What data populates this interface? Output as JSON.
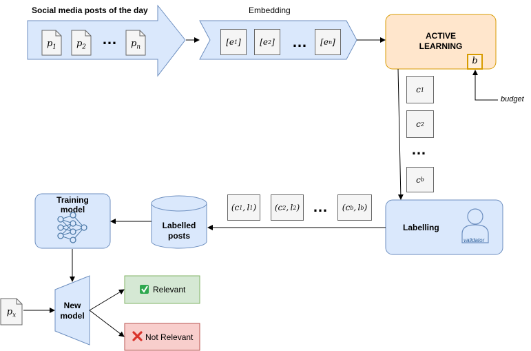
{
  "labels": {
    "social_media_title": "Social media posts of the day",
    "embedding_title": "Embedding",
    "active_learning_line1": "ACTIVE",
    "active_learning_line2": "LEARNING",
    "budget_var": "b",
    "budget_label": "budget",
    "labelling": "Labelling",
    "validator": "validator",
    "training_line1": "Training",
    "training_line2": "model",
    "labelled_line1": "Labelled",
    "labelled_line2": "posts",
    "new_model_line1": "New",
    "new_model_line2": "model",
    "relevant": "Relevant",
    "not_relevant": "Not Relevant",
    "input_post": "p",
    "input_post_sub": "x",
    "ellipsis": "…"
  },
  "posts": [
    {
      "base": "p",
      "sub": "1"
    },
    {
      "base": "p",
      "sub": "2"
    },
    {
      "base": "p",
      "sub": "n"
    }
  ],
  "embeddings": [
    {
      "base": "e",
      "sub": "1"
    },
    {
      "base": "e",
      "sub": "2"
    },
    {
      "base": "e",
      "sub": "n"
    }
  ],
  "candidates": [
    {
      "base": "c",
      "sub": "1"
    },
    {
      "base": "c",
      "sub": "2"
    },
    {
      "base": "c",
      "sub": "b"
    }
  ],
  "pairs": [
    {
      "c": "1",
      "l": "1"
    },
    {
      "c": "2",
      "l": "2"
    },
    {
      "c": "b",
      "l": "b"
    }
  ],
  "colors": {
    "blue_fill": "#dae8fc",
    "blue_stroke": "#6c8ebf",
    "orange_fill": "#ffe6cc",
    "orange_stroke": "#d79b00",
    "green_fill": "#d5e8d4",
    "green_stroke": "#82b366",
    "red_fill": "#f8cecc",
    "red_stroke": "#b85450"
  },
  "icons": {
    "check": "check-mark-icon",
    "cross": "cross-mark-icon",
    "user": "user-icon",
    "network": "neural-network-icon"
  }
}
